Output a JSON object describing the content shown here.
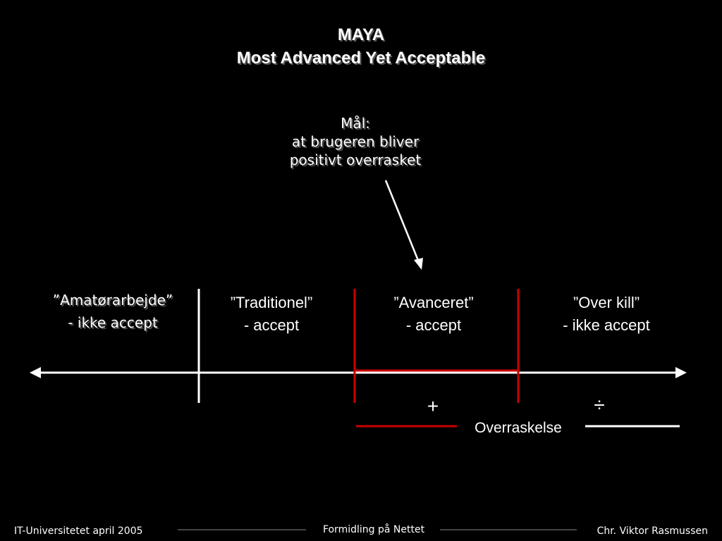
{
  "title": {
    "line1": "MAYA",
    "line2": "Most Advanced Yet Acceptable"
  },
  "goal": {
    "line1": "Mål:",
    "line2": "at brugeren bliver",
    "line3": "positivt overrasket"
  },
  "zones": [
    {
      "label": "”Amatørarbejde”",
      "sub": "- ikke accept"
    },
    {
      "label": "”Traditionel”",
      "sub": "- accept"
    },
    {
      "label": "”Avanceret”",
      "sub": "- accept"
    },
    {
      "label": "”Over kill”",
      "sub": "- ikke accept"
    }
  ],
  "surprise": {
    "plus": "+",
    "minus": "÷",
    "label": "Overraskelse"
  },
  "footer": {
    "left": "IT-Universitetet april 2005",
    "center": "Formidling på Nettet",
    "right": "Chr. Viktor Rasmussen"
  },
  "colors": {
    "background": "#000000",
    "text": "#ffffff",
    "accent_red": "#cc0000",
    "rule_gray": "#888888"
  }
}
